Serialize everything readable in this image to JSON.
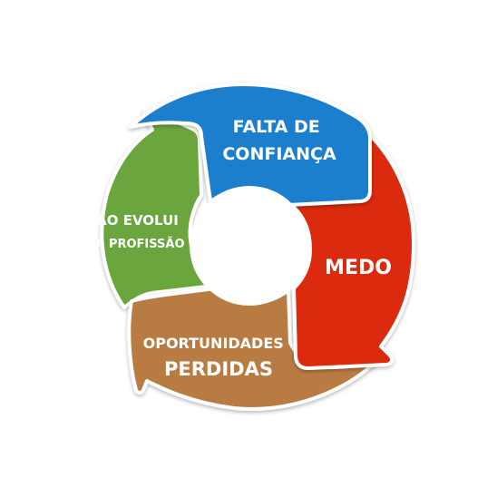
{
  "segments": [
    {
      "id": "falta-de-confianca",
      "lines": [
        "FALTA DE",
        "CONFIANÇA"
      ],
      "color": "#1a7fce"
    },
    {
      "id": "medo",
      "lines": [
        "MEDO"
      ],
      "color": "#db2b0d"
    },
    {
      "id": "oportunidades-perdidas",
      "lines": [
        "OPORTUNIDADES",
        "PERDIDAS"
      ],
      "color": "#b87b42"
    },
    {
      "id": "nao-evolui",
      "lines": [
        "NÃO EVOLUI",
        "NA PROFISSÃO"
      ],
      "color": "#6aa53c"
    }
  ]
}
